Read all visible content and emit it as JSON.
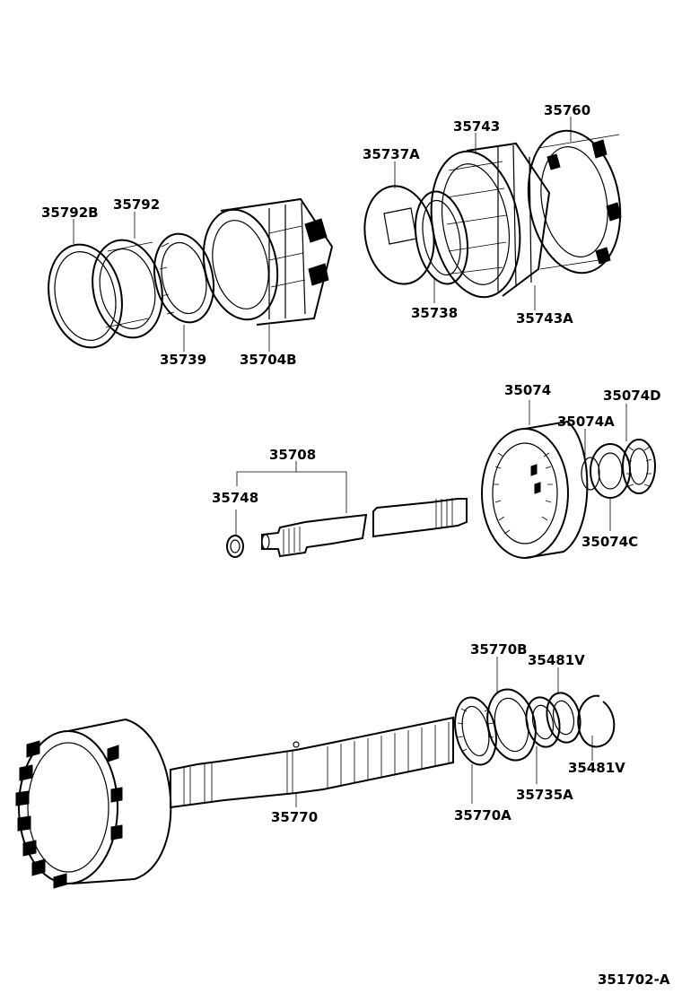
{
  "diagram": {
    "figure_code": "351702-A",
    "part_labels": {
      "p35792B": "35792B",
      "p35792": "35792",
      "p35739": "35739",
      "p35704B": "35704B",
      "p35737A": "35737A",
      "p35743": "35743",
      "p35760": "35760",
      "p35738": "35738",
      "p35743A": "35743A",
      "p35074": "35074",
      "p35074D": "35074D",
      "p35074A": "35074A",
      "p35074C": "35074C",
      "p35708": "35708",
      "p35748": "35748",
      "p35770B": "35770B",
      "p35481V_top": "35481V",
      "p35481V_right": "35481V",
      "p35735A": "35735A",
      "p35770": "35770",
      "p35770A": "35770A"
    }
  }
}
